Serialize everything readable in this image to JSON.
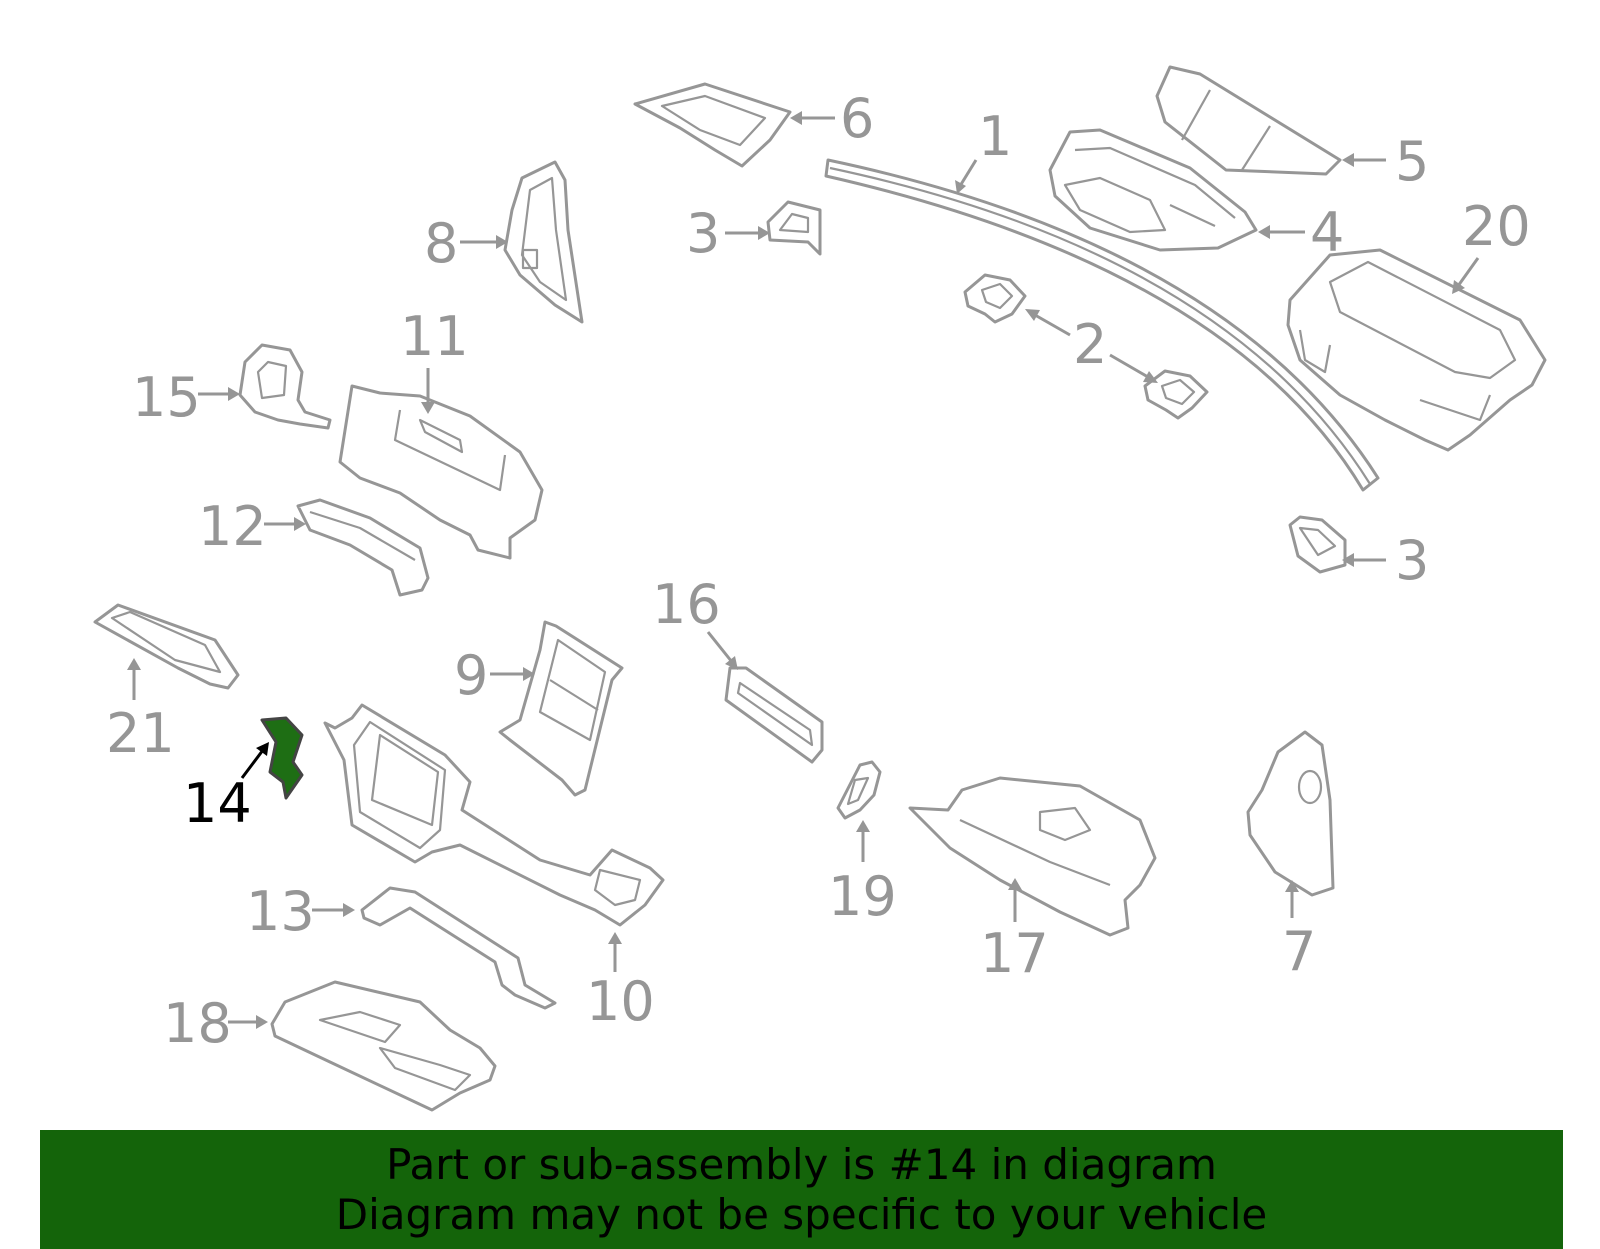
{
  "banner": {
    "line1": "Part or sub-assembly is #14 in diagram",
    "line2": "Diagram may not be specific to your vehicle",
    "background": "#14640a"
  },
  "highlight_color": "#1e6e14",
  "highlighted_part": "14",
  "callouts": {
    "c1": "1",
    "c2": "2",
    "c3a": "3",
    "c3b": "3",
    "c4": "4",
    "c5": "5",
    "c6": "6",
    "c7": "7",
    "c8": "8",
    "c9": "9",
    "c10": "10",
    "c11": "11",
    "c12": "12",
    "c13": "13",
    "c14": "14",
    "c15": "15",
    "c16": "16",
    "c17": "17",
    "c18": "18",
    "c19": "19",
    "c20": "20",
    "c21": "21"
  }
}
